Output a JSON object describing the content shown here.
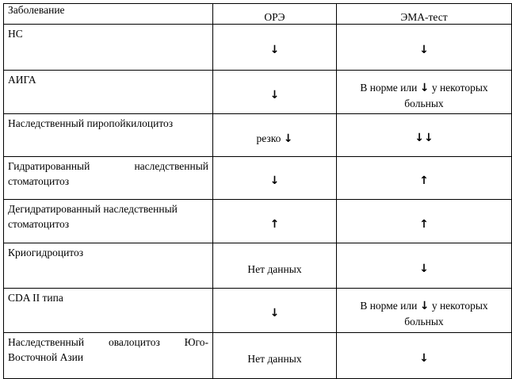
{
  "headers": [
    "Заболевание",
    "ОРЭ",
    "ЭМА-тест"
  ],
  "rows": [
    {
      "disease": "НС",
      "ore": "↓",
      "ema": "↓"
    },
    {
      "disease": "АИГА",
      "ore": "↓",
      "ema_pre": "В норме или",
      "ema_arrow": "↓",
      "ema_post": "у некоторых больных"
    },
    {
      "disease": "Наследственный пиропойкилоцитоз",
      "ore_pre": "резко",
      "ore_arrow": "↓",
      "ema": "↓↓"
    },
    {
      "disease": "Гидратированный наследственный стоматоцитоз",
      "ore": "↓",
      "ema": "↑"
    },
    {
      "disease": "Дегидратированный наследственный стоматоцитоз",
      "ore": "↑",
      "ema": "↑"
    },
    {
      "disease": "Криогидроцитоз",
      "ore": "Нет данных",
      "ema": "↓"
    },
    {
      "disease": "CDA II типа",
      "ore": "↓",
      "ema_pre": "В норме или",
      "ema_arrow": "↓",
      "ema_post": "у некоторых больных"
    },
    {
      "disease": "Наследственный овалоцитоз Юго-Восточной Азии",
      "ore": "Нет данных",
      "ema": "↓"
    }
  ]
}
